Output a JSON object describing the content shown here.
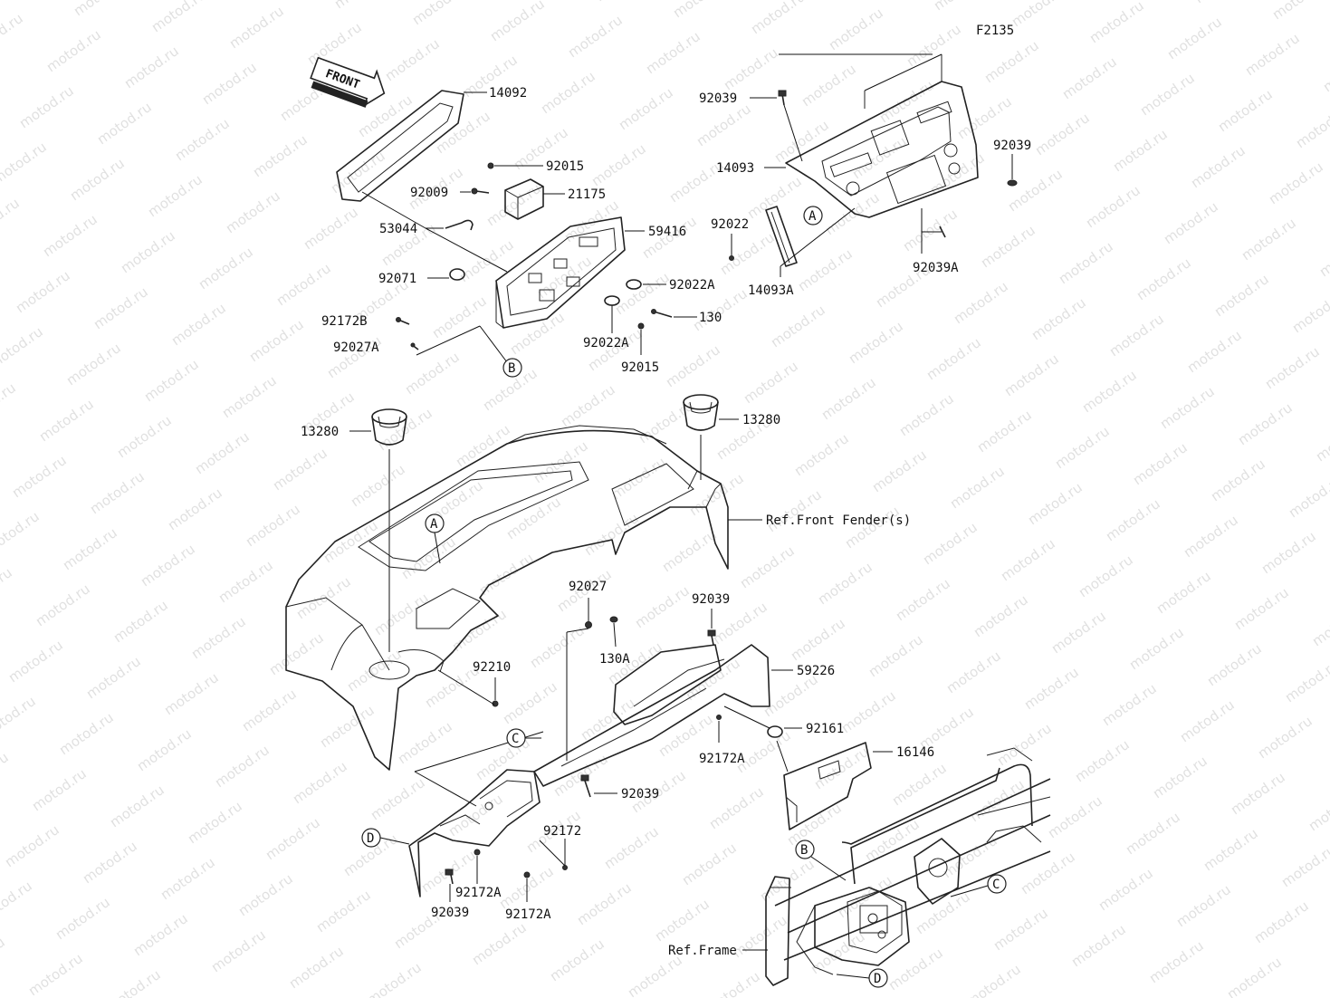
{
  "figure_code": "F2135",
  "front_arrow_label": "FRONT",
  "watermark_text": "motod.ru",
  "part_labels": {
    "p14092": "14092",
    "p92015_top": "92015",
    "p92009": "92009",
    "p21175": "21175",
    "p53044": "53044",
    "p59416": "59416",
    "p92071": "92071",
    "p92022A_right": "92022A",
    "p130": "130",
    "p92172B": "92172B",
    "p92027A": "92027A",
    "p92022A_bottom": "92022A",
    "p92015_bottom": "92015",
    "p92039_top": "92039",
    "p14093": "14093",
    "p92039_right": "92039",
    "p92022": "92022",
    "p14093A": "14093A",
    "p92039A": "92039A",
    "p13280_left": "13280",
    "p13280_right": "13280",
    "ref_front_fender": "Ref.Front Fender(s)",
    "p92027": "92027",
    "p92039_mid": "92039",
    "p130A": "130A",
    "p59226": "59226",
    "p92210": "92210",
    "p92161": "92161",
    "p92172A_mid": "92172A",
    "p16146": "16146",
    "p92039_lower": "92039",
    "p92172": "92172",
    "p92172A_left": "92172A",
    "p92039_bottom": "92039",
    "p92172A_bottom": "92172A",
    "ref_frame": "Ref.Frame"
  },
  "callouts": {
    "a_top": "A",
    "b_top": "B",
    "a_dash": "A",
    "c_panel": "C",
    "d_panel": "D",
    "b_frame": "B",
    "c_frame": "C",
    "d_frame": "D"
  }
}
